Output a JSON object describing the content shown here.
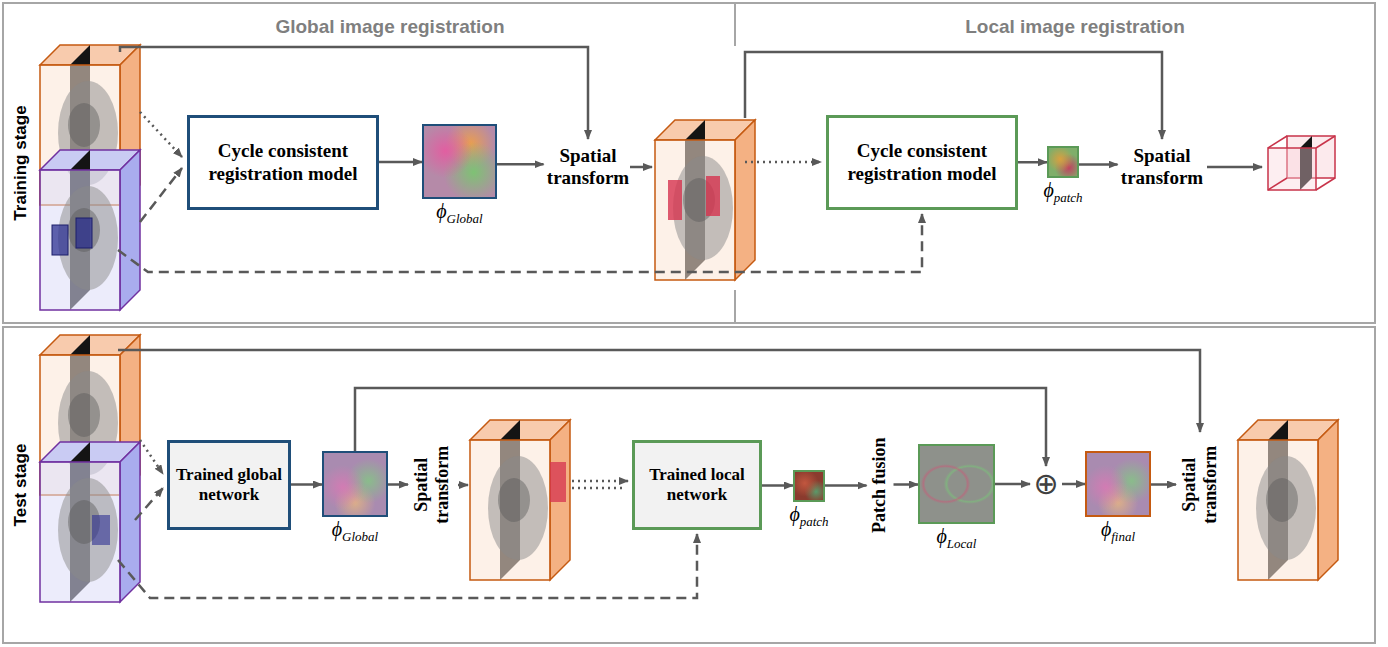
{
  "diagram": {
    "nodes": [
      {
        "text": [
          "Training stage"
        ]
      },
      {
        "text": [
          "Cycle consistent registration model"
        ],
        "in": 0
      },
      {
        "text": [
          "ϕGlobal"
        ],
        "in": 0
      },
      {
        "text": [
          "Spatial transform"
        ],
        "in": 0
      },
      {
        "text": [
          "Cycle consistent registration model"
        ],
        "in": 0
      },
      {
        "text": [
          "ϕpatch"
        ],
        "in": 0
      },
      {
        "text": [
          "Spatial transform"
        ],
        "in": 0
      },
      {
        "text": [
          "Test stage"
        ]
      },
      {
        "text": [
          "Trained global network"
        ],
        "in": 7
      },
      {
        "text": [
          "ϕGlobal"
        ],
        "in": 7
      },
      {
        "text": [
          "Spatial transform"
        ],
        "in": 7
      },
      {
        "text": [
          "Trained local network"
        ],
        "in": 7
      },
      {
        "text": [
          "ϕpatch"
        ],
        "in": 7
      },
      {
        "text": [
          "Patch fusion"
        ],
        "in": 7
      },
      {
        "text": [
          "ϕLocal"
        ],
        "in": 7
      },
      {
        "text": [
          "⊕"
        ],
        "in": 7
      },
      {
        "text": [
          "ϕfinal"
        ],
        "in": 7
      },
      {
        "text": [
          "Spatial transform"
        ],
        "in": 7
      }
    ],
    "edges": [
      {
        "from": 1,
        "to": 2,
        "arrow": "to"
      },
      {
        "from": 2,
        "to": 3,
        "arrow": "to"
      },
      {
        "from": 4,
        "to": 5,
        "arrow": "to"
      },
      {
        "from": 5,
        "to": 6,
        "arrow": "to"
      },
      {
        "from": 8,
        "to": 9,
        "arrow": "to"
      },
      {
        "from": 9,
        "to": 10,
        "arrow": "to"
      },
      {
        "from": 11,
        "to": 12,
        "arrow": "to"
      },
      {
        "from": 12,
        "to": 13,
        "arrow": "to"
      },
      {
        "from": 13,
        "to": 14,
        "arrow": "to"
      },
      {
        "from": 14,
        "to": 15,
        "arrow": "to"
      },
      {
        "from": 9,
        "to": 15,
        "arrow": "to"
      },
      {
        "from": 15,
        "to": 16,
        "arrow": "to"
      },
      {
        "from": 16,
        "to": 17,
        "arrow": "to"
      }
    ],
    "labels": [
      "Global image registration",
      "Local image registration"
    ]
  }
}
